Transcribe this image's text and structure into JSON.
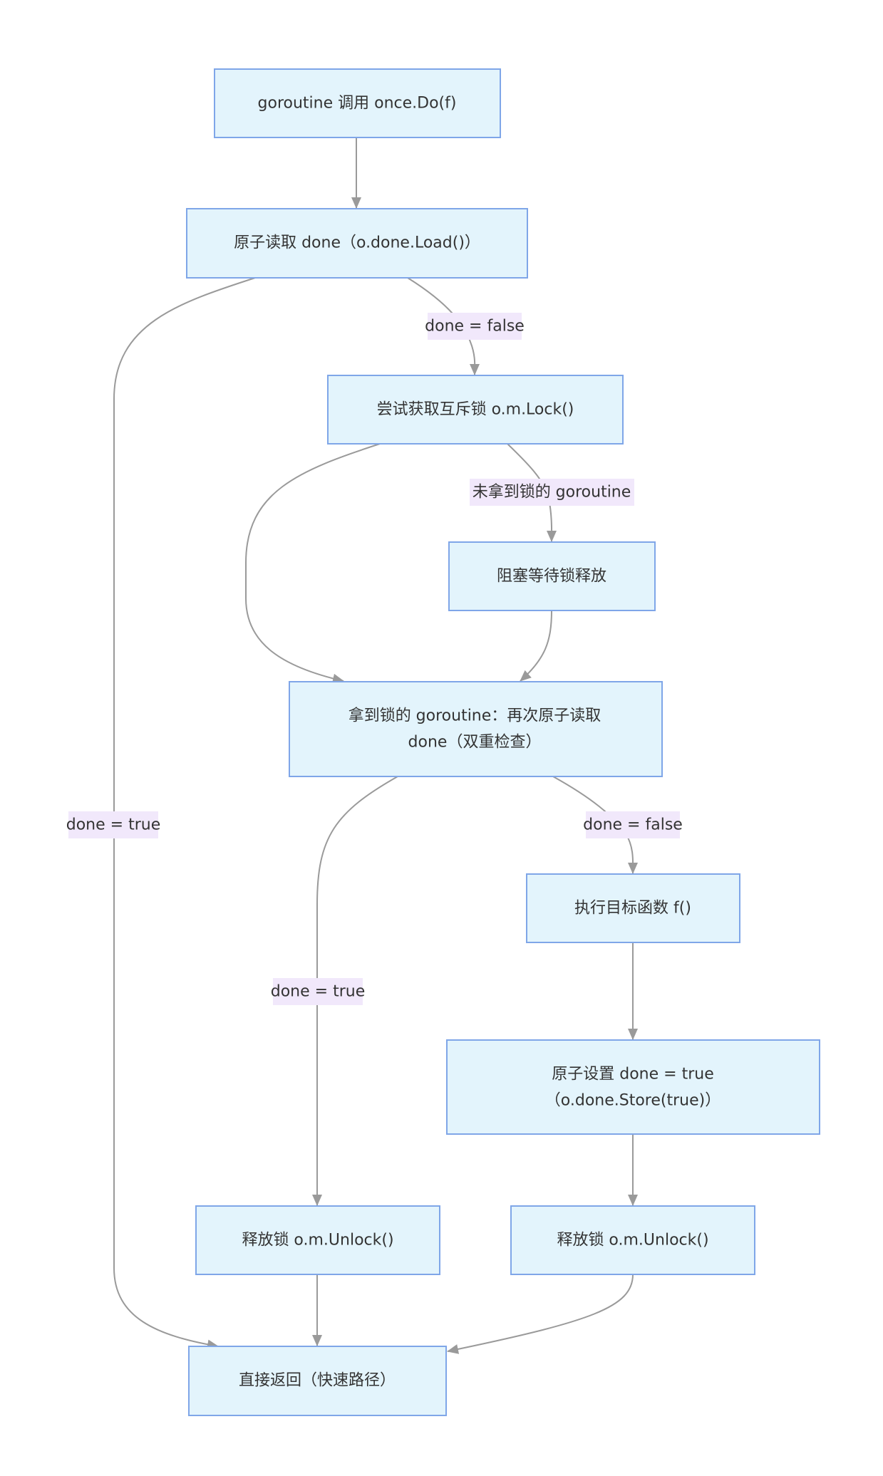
{
  "nodes": {
    "call": "goroutine 调用 once.Do(f)",
    "load": "原子读取 done（o.done.Load()）",
    "lock": "尝试获取互斥锁 o.m.Lock()",
    "block": "阻塞等待锁释放",
    "recheck_line1": "拿到锁的 goroutine：再次原子读取",
    "recheck_line2": "done（双重检查）",
    "exec": "执行目标函数 f()",
    "store_line1": "原子设置 done = true",
    "store_line2": "（o.done.Store(true)）",
    "unlock_left": "释放锁 o.m.Unlock()",
    "unlock_right": "释放锁 o.m.Unlock()",
    "return": "直接返回（快速路径）"
  },
  "edge_labels": {
    "load_false": "done = false",
    "load_true": "done = true",
    "lock_wait": "未拿到锁的 goroutine",
    "recheck_false": "done = false",
    "recheck_true": "done = true"
  },
  "colors": {
    "node_fill": "#e3f4fc",
    "node_border": "#7fa6e8",
    "edge": "#9a9a9a",
    "label_bg": "#f1e8fb",
    "text": "#333333"
  }
}
